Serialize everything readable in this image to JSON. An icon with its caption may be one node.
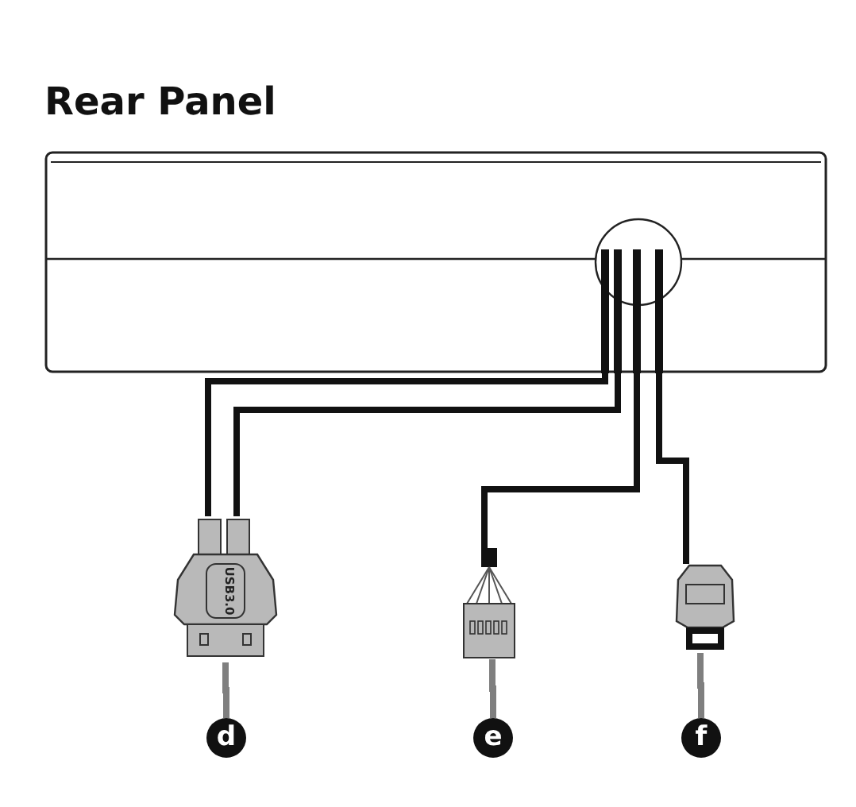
{
  "diagram": {
    "title": "Rear Panel",
    "nodes": [
      {
        "text": [],
        "shape": "box"
      },
      {
        "text": [
          "USB3.0"
        ]
      },
      {
        "text": [],
        "shape": "plug"
      },
      {
        "text": [],
        "shape": "plug"
      },
      {
        "text": [
          "d"
        ]
      },
      {
        "text": [
          "e"
        ]
      },
      {
        "text": [
          "f"
        ]
      }
    ],
    "edges": [
      {
        "from": 0,
        "to": 1,
        "arrow": "none"
      },
      {
        "from": 0,
        "to": 1,
        "arrow": "none"
      },
      {
        "from": 0,
        "to": 2,
        "arrow": "none"
      },
      {
        "from": 0,
        "to": 3,
        "arrow": "none"
      },
      {
        "from": 4,
        "to": 1,
        "arrow": "none",
        "color": "#7f7f7f"
      },
      {
        "from": 5,
        "to": 2,
        "arrow": "none",
        "color": "#7f7f7f"
      },
      {
        "from": 6,
        "to": 3,
        "arrow": "none",
        "color": "#7f7f7f"
      }
    ]
  }
}
